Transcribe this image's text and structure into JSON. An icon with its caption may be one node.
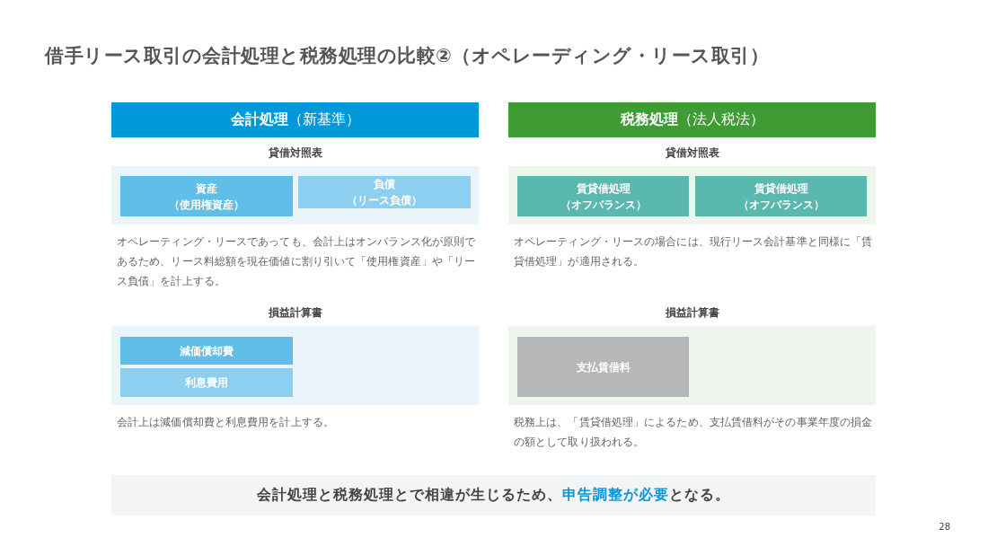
{
  "diagram": {
    "title": "借手リース取引の会計処理と税務処理の比較②（オペレーディング・リース取引）",
    "nodes": [
      {
        "text": [
          "**会計処理**（新基準）"
        ]
      },
      {
        "text": [
          "**税務処理**（法人税法）"
        ]
      },
      {
        "text": [
          "貸借対照表"
        ],
        "beside": [
          "オペレーティング・リースであっても、会計上はオンバランス化が原則であるため、リース料総額を現在価値に割り引いて「使用権資産」や「リース負債」を計上する。"
        ]
      },
      {
        "text": [
          "資産（使用権資産）"
        ],
        "in": 2
      },
      {
        "text": [
          "負債（リース負債）"
        ],
        "in": 2
      },
      {
        "text": [
          "貸借対照表"
        ],
        "beside": [
          "オペレーティング・リースの場合には、現行リース会計基準と同様に「賃貸借処理」が適用される。"
        ]
      },
      {
        "text": [
          "賃貸借処理（オフバランス）"
        ],
        "in": 5
      },
      {
        "text": [
          "賃貸借処理（オフバランス）"
        ],
        "in": 5
      },
      {
        "text": [
          "損益計算書"
        ],
        "beside": [
          "会計上は減価償却費と利息費用を計上する。"
        ]
      },
      {
        "text": [
          "減価償却費"
        ],
        "in": 8
      },
      {
        "text": [
          "利息費用"
        ],
        "in": 8
      },
      {
        "text": [
          "損益計算書"
        ],
        "beside": [
          "税務上は、「賃貸借処理」によるため、支払賃借料がその事業年度の損金の額として取り扱われる。"
        ]
      },
      {
        "text": [
          "支払賃借料"
        ],
        "in": 11
      },
      {
        "text": [
          "会計処理と税務処理とで相違が生じるため、**申告調整が必要**となる。"
        ]
      }
    ],
    "labels": [
      "28"
    ]
  }
}
